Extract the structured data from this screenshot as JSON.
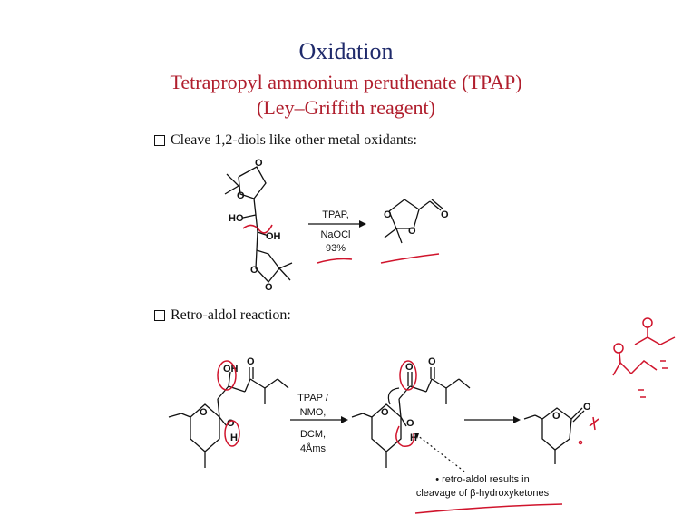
{
  "title": "Oxidation",
  "subtitle1": "Tetrapropyl ammonium peruthenate (TPAP)",
  "subtitle2": "(Ley–Griffith reagent)",
  "bullet1": "Cleave 1,2-diols like other metal oxidants:",
  "bullet2": "Retro-aldol reaction:",
  "reaction1": {
    "reagent1": "TPAP,",
    "reagent2": "NaOCl",
    "yield": "93%",
    "atoms": {
      "o": "O",
      "ho": "HO",
      "oh": "OH"
    }
  },
  "reaction2": {
    "reagent1": "TPAP /",
    "reagent2": "NMO,",
    "reagent3": "DCM,",
    "reagent4": "4Åms",
    "atoms": {
      "o": "O",
      "oh": "OH",
      "h": "H"
    },
    "note_line1": "• retro-aldol results in",
    "note_line2": "cleavage of β-hydroxyketones"
  },
  "colors": {
    "title": "#1f2a6b",
    "subtitle": "#b01e2d",
    "ink": "#111111",
    "annotation": "#d0142c"
  }
}
